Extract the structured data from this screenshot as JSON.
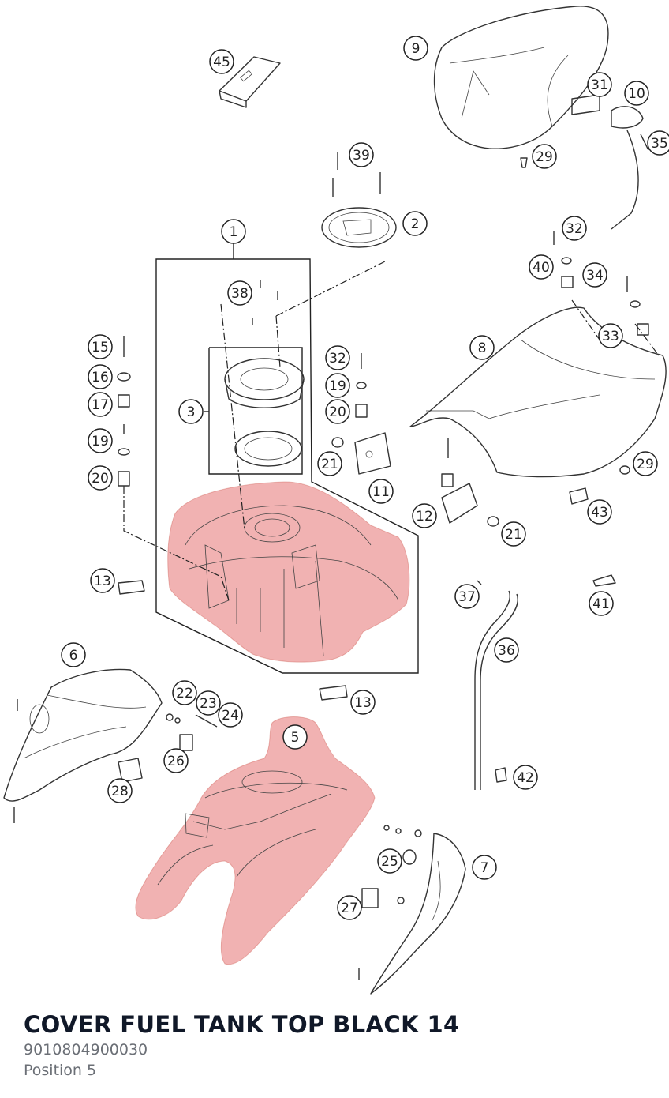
{
  "diagram": {
    "callouts": [
      {
        "id": "c45",
        "label": "45"
      },
      {
        "id": "c9",
        "label": "9"
      },
      {
        "id": "c31",
        "label": "31"
      },
      {
        "id": "c10",
        "label": "10"
      },
      {
        "id": "c35",
        "label": "35"
      },
      {
        "id": "c39",
        "label": "39"
      },
      {
        "id": "c29a",
        "label": "29"
      },
      {
        "id": "c1",
        "label": "1"
      },
      {
        "id": "c2",
        "label": "2"
      },
      {
        "id": "c32a",
        "label": "32"
      },
      {
        "id": "c40",
        "label": "40"
      },
      {
        "id": "c34",
        "label": "34"
      },
      {
        "id": "c38",
        "label": "38"
      },
      {
        "id": "c33",
        "label": "33"
      },
      {
        "id": "c15",
        "label": "15"
      },
      {
        "id": "c8",
        "label": "8"
      },
      {
        "id": "c32b",
        "label": "32"
      },
      {
        "id": "c16",
        "label": "16"
      },
      {
        "id": "c19a",
        "label": "19"
      },
      {
        "id": "c17",
        "label": "17"
      },
      {
        "id": "c3",
        "label": "3"
      },
      {
        "id": "c20a",
        "label": "20"
      },
      {
        "id": "c19b",
        "label": "19"
      },
      {
        "id": "c21a",
        "label": "21"
      },
      {
        "id": "c29b",
        "label": "29"
      },
      {
        "id": "c20b",
        "label": "20"
      },
      {
        "id": "c11",
        "label": "11"
      },
      {
        "id": "c43",
        "label": "43"
      },
      {
        "id": "c12",
        "label": "12"
      },
      {
        "id": "c21b",
        "label": "21"
      },
      {
        "id": "c13a",
        "label": "13"
      },
      {
        "id": "c37",
        "label": "37"
      },
      {
        "id": "c41",
        "label": "41"
      },
      {
        "id": "c36",
        "label": "36"
      },
      {
        "id": "c6",
        "label": "6"
      },
      {
        "id": "c22",
        "label": "22"
      },
      {
        "id": "c23",
        "label": "23"
      },
      {
        "id": "c13b",
        "label": "13"
      },
      {
        "id": "c24",
        "label": "24"
      },
      {
        "id": "c5",
        "label": "5"
      },
      {
        "id": "c26",
        "label": "26"
      },
      {
        "id": "c42",
        "label": "42"
      },
      {
        "id": "c28",
        "label": "28"
      },
      {
        "id": "c25",
        "label": "25"
      },
      {
        "id": "c7",
        "label": "7"
      },
      {
        "id": "c27",
        "label": "27"
      }
    ],
    "highlight_color": "#e57373"
  },
  "caption": {
    "title": "COVER FUEL TANK TOP BLACK 14",
    "part_number": "9010804900030",
    "position": "Position 5"
  }
}
